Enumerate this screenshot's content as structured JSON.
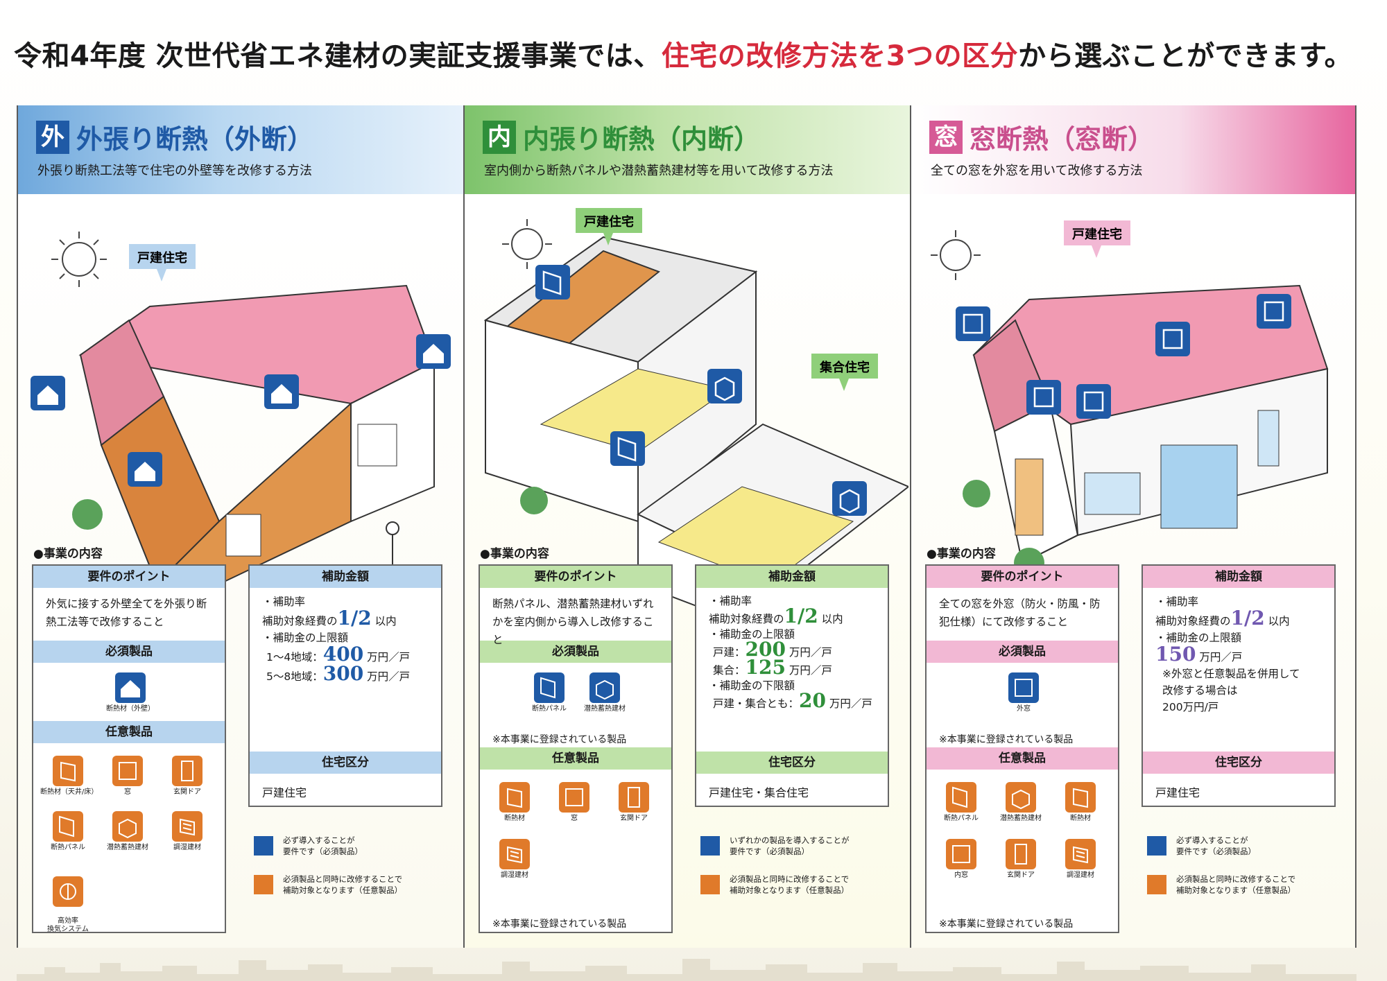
{
  "header": {
    "title_part1": "令和4年度 次世代省エネ建材の実証支援事業では、",
    "title_highlight": "住宅の改修方法を3つの区分",
    "title_part2": "から選ぶことができます。"
  },
  "common": {
    "section_label": "●事業の内容",
    "points_head": "要件のポイント",
    "money_head": "補助金額",
    "required_head": "必須製品",
    "optional_head": "任意製品",
    "house_type_head": "住宅区分",
    "registered_note": "※本事業に登録されている製品",
    "legend_required_single": "必ず導入することが\n要件です（必須製品）",
    "legend_required_any": "いずれかの製品を導入することが\n要件です（必須製品）",
    "legend_optional": "必須製品と同時に改修することで\n補助対象となります（任意製品）",
    "rate_label": "・補助率",
    "rate_prefix": "補助対象経費の",
    "rate_value": "1/2",
    "rate_suffix": "以内",
    "upper_limit_label": "・補助金の上限額",
    "lower_limit_label": "・補助金の下限額",
    "unit": "万円／戸"
  },
  "panels": {
    "outer": {
      "badge": "外",
      "title": "外張り断熱（外断）",
      "subtitle": "外張り断熱工法等で住宅の外壁等を改修する方法",
      "house_label": "戸建住宅",
      "points": "外気に接する外壁全てを外張り断熱工法等で改修すること",
      "limit_row1_label": "1～4地域：",
      "limit_row1_value": "400",
      "limit_row2_label": "5～8地域：",
      "limit_row2_value": "300",
      "required": [
        {
          "label": "断熱材（外壁）",
          "icon": "house-icon"
        }
      ],
      "optional": [
        {
          "label": "断熱材（天井/床）",
          "icon": "insulation-icon"
        },
        {
          "label": "窓",
          "icon": "window-icon"
        },
        {
          "label": "玄関ドア",
          "icon": "door-icon"
        },
        {
          "label": "断熱パネル",
          "icon": "panel-icon"
        },
        {
          "label": "潜熱蓄熱建材",
          "icon": "heat-storage-icon"
        },
        {
          "label": "調湿建材",
          "icon": "humidity-icon"
        },
        {
          "label": "高効率\n換気システム",
          "icon": "ventilation-icon"
        }
      ],
      "house_type": "戸建住宅"
    },
    "inner": {
      "badge": "内",
      "title": "内張り断熱（内断）",
      "subtitle": "室内側から断熱パネルや潜熱蓄熱建材等を用いて改修する方法",
      "house_label_1": "戸建住宅",
      "house_label_2": "集合住宅",
      "points": "断熱パネル、潜熱蓄熱建材いずれかを室内側から導入し改修すること",
      "limit_row1_label": "戸建：",
      "limit_row1_value": "200",
      "limit_row2_label": "集合：",
      "limit_row2_value": "125",
      "lower_label": "戸建・集合とも：",
      "lower_value": "20",
      "required": [
        {
          "label": "断熱パネル",
          "icon": "panel-icon"
        },
        {
          "label": "潜熱蓄熱建材",
          "icon": "heat-storage-icon"
        }
      ],
      "optional": [
        {
          "label": "断熱材",
          "icon": "insulation-icon"
        },
        {
          "label": "窓",
          "icon": "window-icon"
        },
        {
          "label": "玄関ドア",
          "icon": "door-icon"
        },
        {
          "label": "調湿建材",
          "icon": "humidity-icon"
        }
      ],
      "house_type": "戸建住宅・集合住宅"
    },
    "window": {
      "badge": "窓",
      "title": "窓断熱（窓断）",
      "subtitle": "全ての窓を外窓を用いて改修する方法",
      "house_label": "戸建住宅",
      "points": "全ての窓を外窓（防火・防風・防犯仕様）にて改修すること",
      "limit_value": "150",
      "limit_note": "※外窓と任意製品を併用して\n改修する場合は\n200万円/戸",
      "required": [
        {
          "label": "外窓",
          "icon": "window-icon"
        }
      ],
      "optional": [
        {
          "label": "断熱パネル",
          "icon": "panel-icon"
        },
        {
          "label": "潜熱蓄熱建材",
          "icon": "heat-storage-icon"
        },
        {
          "label": "断熱材",
          "icon": "insulation-icon"
        },
        {
          "label": "内窓",
          "icon": "window-icon"
        },
        {
          "label": "玄関ドア",
          "icon": "door-icon"
        },
        {
          "label": "調湿建材",
          "icon": "humidity-icon"
        }
      ],
      "house_type": "戸建住宅"
    }
  },
  "colors": {
    "highlight": "#d62a3c",
    "required_blue": "#1f5aa6",
    "optional_orange": "#e07a2a"
  }
}
